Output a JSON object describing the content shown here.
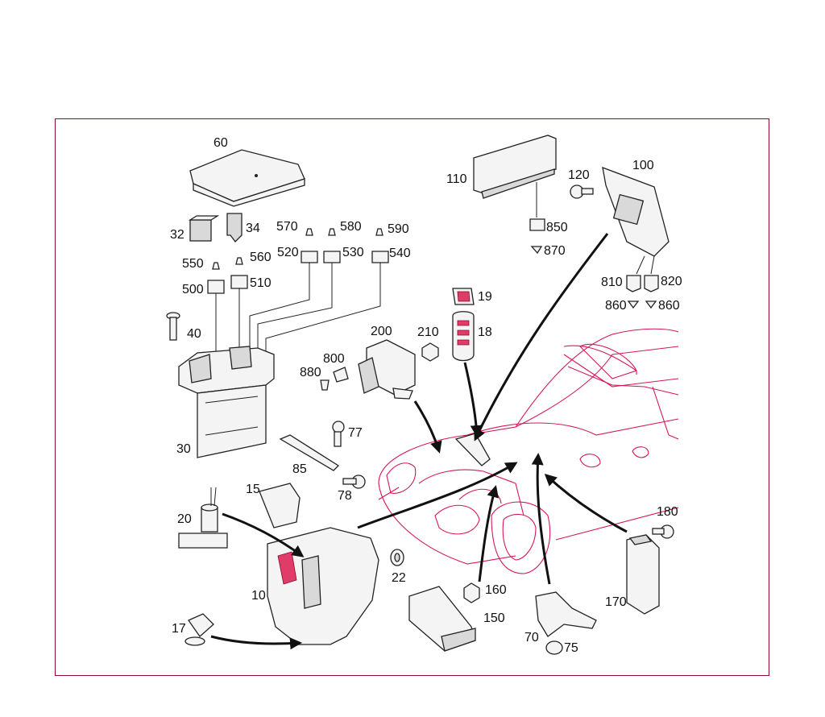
{
  "colors": {
    "frame": "#8b0a2a",
    "car_outline": "#d4175a",
    "accent": "#e03c6a"
  },
  "labels": {
    "p10": "10",
    "p15": "15",
    "p17": "17",
    "p18": "18",
    "p19": "19",
    "p20": "20",
    "p22": "22",
    "p30": "30",
    "p32": "32",
    "p34": "34",
    "p40": "40",
    "p60": "60",
    "p70": "70",
    "p75": "75",
    "p77": "77",
    "p78": "78",
    "p85": "85",
    "p100": "100",
    "p110": "110",
    "p120": "120",
    "p150": "150",
    "p160": "160",
    "p170": "170",
    "p180": "180",
    "p200": "200",
    "p210": "210",
    "p500": "500",
    "p510": "510",
    "p520": "520",
    "p530": "530",
    "p540": "540",
    "p550": "550",
    "p560": "560",
    "p570": "570",
    "p580": "580",
    "p590": "590",
    "p800": "800",
    "p810": "810",
    "p820": "820",
    "p850": "850",
    "p860a": "860",
    "p860b": "860",
    "p870": "870",
    "p880": "880"
  }
}
